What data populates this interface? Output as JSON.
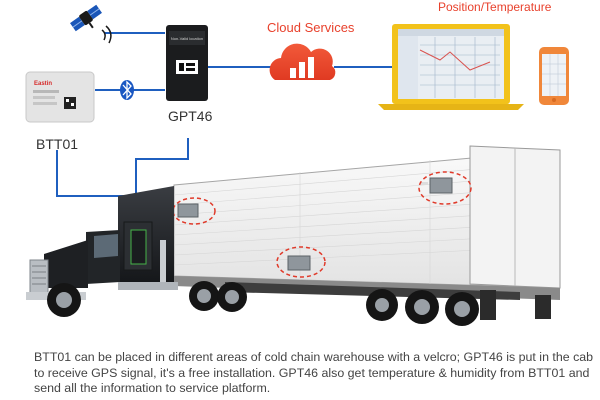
{
  "labels": {
    "cloud_services": "Cloud Services",
    "position_temperature": "Position/Temperature",
    "gpt46": "GPT46",
    "btt01": "BTT01"
  },
  "devices": {
    "gpt46_screen_text": "Non-Valid location",
    "btt01_brand": "Eastin"
  },
  "caption": "BTT01 can be placed in different areas of cold chain warehouse with a velcro; GPT46 is put in the cab to receive GPS signal, it's a free installation. GPT46 also get temperature & humidity from BTT01 and send all the information to service platform.",
  "colors": {
    "accent_red": "#e8412c",
    "link_blue": "#1f5fbf",
    "laptop_yellow": "#f2c21b",
    "phone_orange": "#f0873a"
  }
}
